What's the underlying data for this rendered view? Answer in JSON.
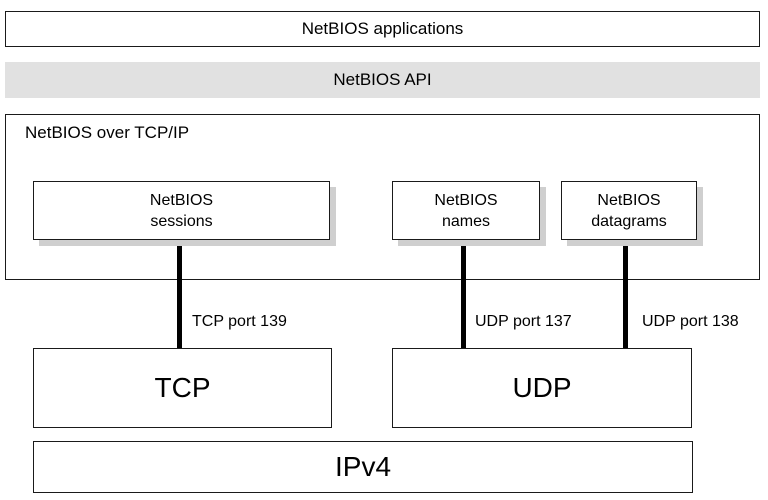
{
  "layers": {
    "applications": "NetBIOS applications",
    "api": "NetBIOS API",
    "over_tcpip": "NetBIOS over TCP/IP",
    "sessions": {
      "line1": "NetBIOS",
      "line2": "sessions"
    },
    "names": {
      "line1": "NetBIOS",
      "line2": "names"
    },
    "datagrams": {
      "line1": "NetBIOS",
      "line2": "datagrams"
    },
    "tcp": "TCP",
    "udp": "UDP",
    "ipv4": "IPv4"
  },
  "ports": {
    "tcp": "TCP port 139",
    "names": "UDP port 137",
    "datagrams": "UDP port 138"
  },
  "colors": {
    "api_fill": "#e1e1e1",
    "shadow": "#cfcfcf",
    "lines": "#000000"
  }
}
